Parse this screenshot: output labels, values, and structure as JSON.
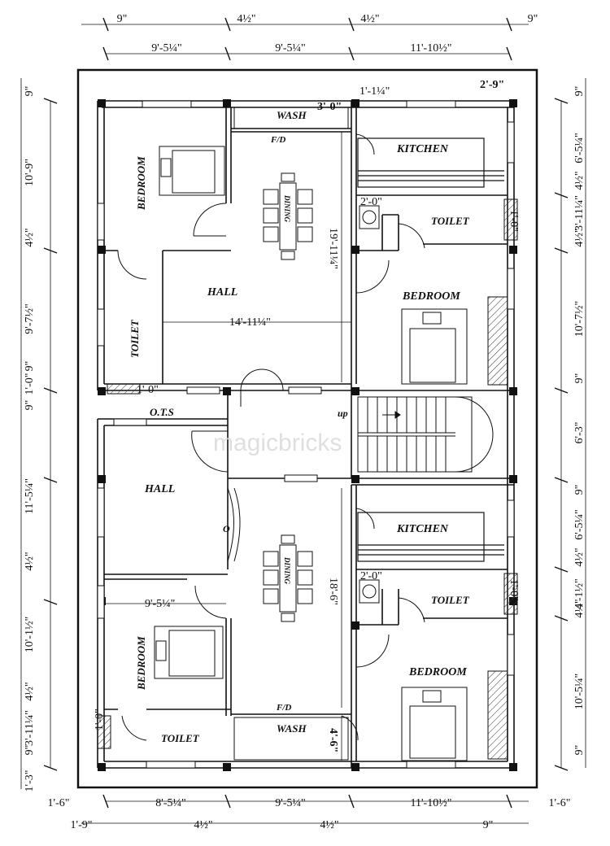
{
  "rooms": {
    "wash_top": "WASH",
    "kitchen_top": "KITCHEN",
    "bedroom_top_left": "BEDROOM",
    "dining_top": "DINING",
    "toilet_top_right": "TOILET",
    "hall_top": "HALL",
    "bedroom_top_right": "BEDROOM",
    "toilet_top_left": "TOILET",
    "ots": "O.T.S",
    "up": "up",
    "hall_bottom": "HALL",
    "kitchen_bottom": "KITCHEN",
    "dining_bottom": "DINING",
    "toilet_bottom_right": "TOILET",
    "bedroom_bottom_left": "BEDROOM",
    "bedroom_bottom_right": "BEDROOM",
    "toilet_bottom_left": "TOILET",
    "wash_bottom": "WASH",
    "fd_top": "F/D",
    "fd_bottom": "F/D",
    "o_mark": "O",
    "watermark": "magicbricks"
  },
  "dimensions": {
    "top_row1": [
      "9\"",
      "4½\"",
      "4½\"",
      "9\""
    ],
    "top_row2": [
      "9'-5¼\"",
      "9'-5¼\"",
      "11'-10½\""
    ],
    "bottom_row1": [
      "1'-6\"",
      "8'-5¼\"",
      "9'-5¼\"",
      "11'-10½\"",
      "1'-6\""
    ],
    "bottom_row2": [
      "1'-9\"",
      "4½\"",
      "4½\"",
      "9\""
    ],
    "left": [
      "9\"",
      "10'-9\"",
      "4½\"",
      "9'-7½\"",
      "9\"",
      "1'-0\"",
      "9\"",
      "11'-5¼\"",
      "4½\"",
      "10'-1½\"",
      "4½\"",
      "3'-11¼\"",
      "9\"",
      "1'-3\""
    ],
    "right": [
      "9\"",
      "6'-5¼\"",
      "4½\"",
      "3'-11¼\"",
      "4½\"",
      "10'-7½\"",
      "9\"",
      "6'-3\"",
      "9\"",
      "6'-5¼\"",
      "4½\"",
      "4'-1½\"",
      "4½\"",
      "10'-5¼\"",
      "9\""
    ],
    "inner": {
      "wash_w": "3'-0\"",
      "wash_top_small": "2'-9\"",
      "small_top": "1'-1¼\"",
      "dining_top_h": "19'-11¼\"",
      "hall_w": "14'-11¼\"",
      "dining_bottom_h": "18'-6\"",
      "bed_bottom_w": "9'-5¼\"",
      "wash_bottom_h": "4'-6\"",
      "door_ots": "1'-0\"",
      "door_toilet_top": "2'-0\"",
      "door_toilet_bottom": "2'-0\"",
      "win_right_top": "1'-0\"",
      "win_right_bottom": "1'-0\"",
      "win_left_bottom": "1'-0\""
    }
  }
}
